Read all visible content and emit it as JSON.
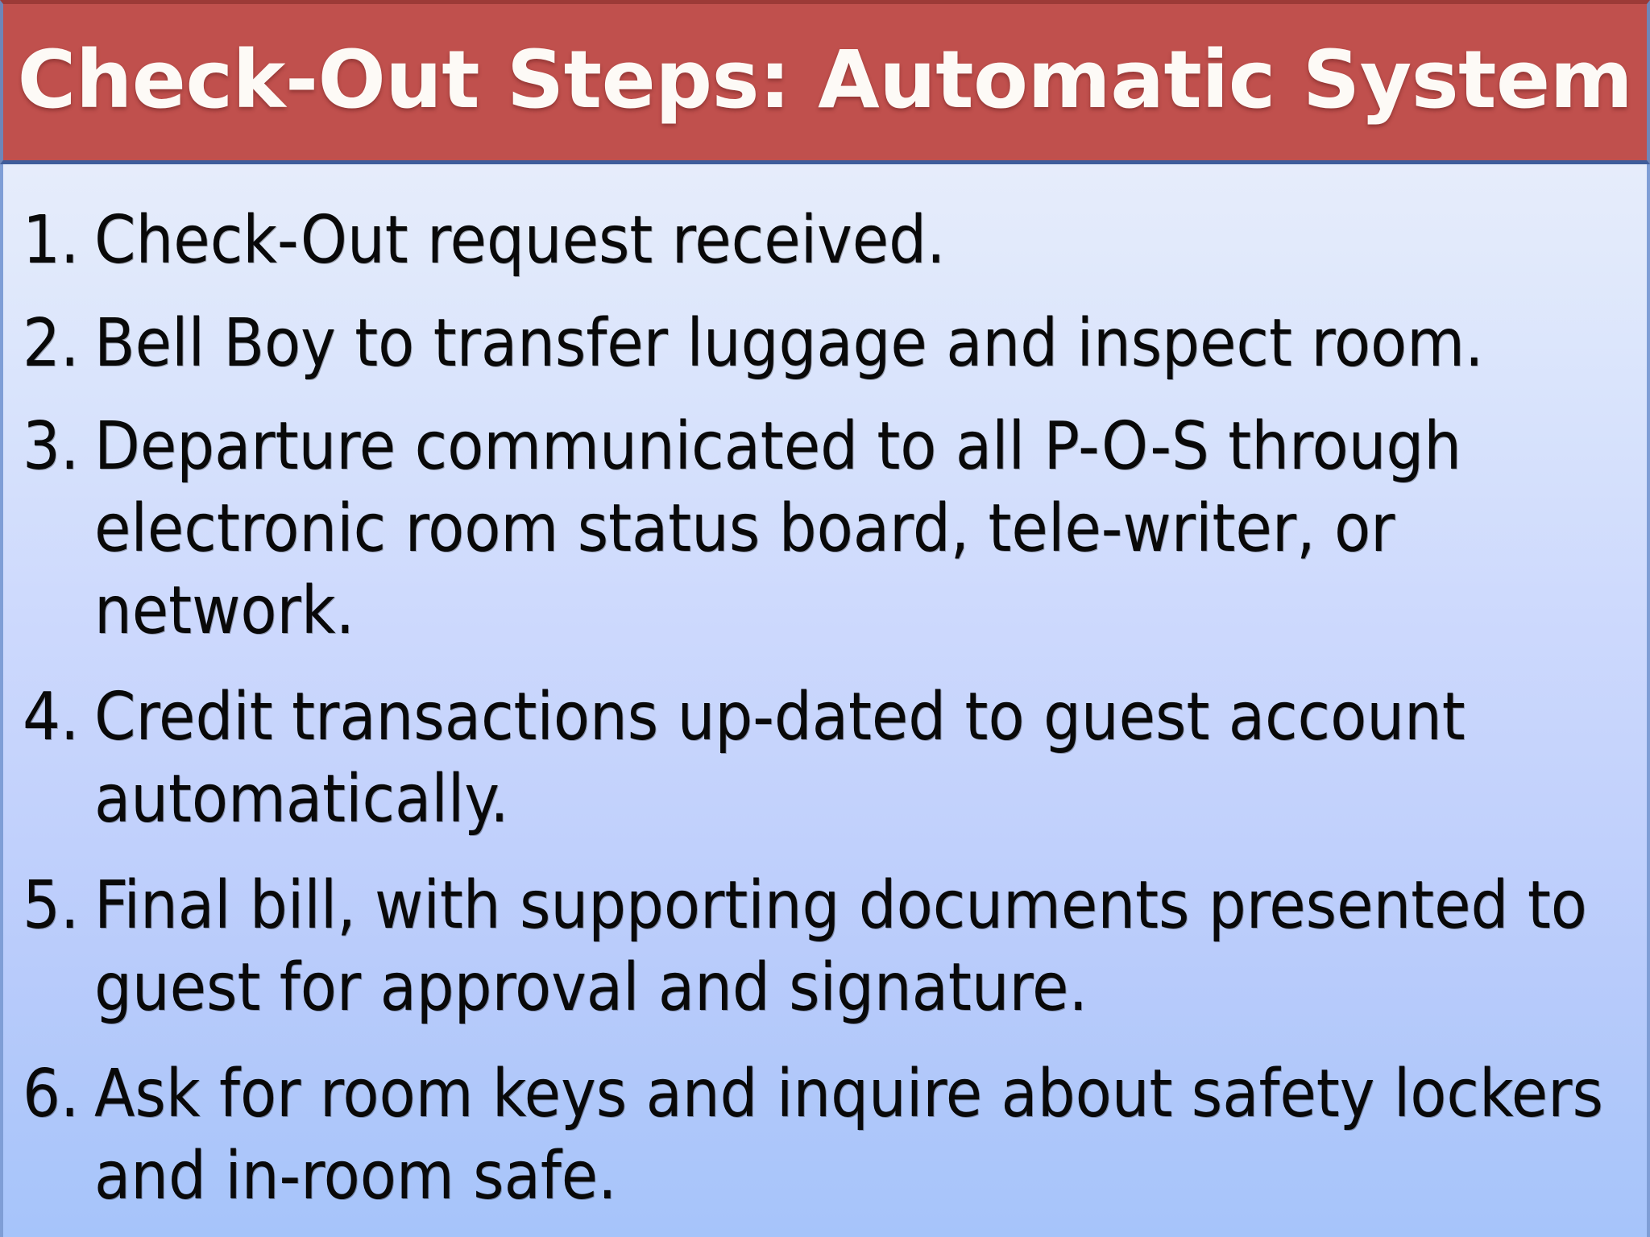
{
  "slide": {
    "title": "Check-Out Steps: Automatic System",
    "title_bar_color": "#c0504d",
    "title_text_color": "#fdfaf6",
    "body_gradient_top": "#e6ecfb",
    "body_gradient_bottom": "#a6c4fa",
    "body_text_color": "#090909",
    "border_color": "#7f9ed6"
  },
  "steps": [
    {
      "number": "1.",
      "text": "Check-Out request received."
    },
    {
      "number": "2.",
      "text": "Bell Boy to transfer luggage and inspect room."
    },
    {
      "number": "3.",
      "text": "Departure communicated to all P-O-S through electronic room status board, tele-writer, or network."
    },
    {
      "number": "4.",
      "text": "Credit transactions up-dated to guest account automatically."
    },
    {
      "number": "5.",
      "text": "Final bill, with supporting documents presented to guest for approval and signature."
    },
    {
      "number": "6.",
      "text": "Ask for room keys and inquire about safety lockers and in-room safe."
    }
  ]
}
